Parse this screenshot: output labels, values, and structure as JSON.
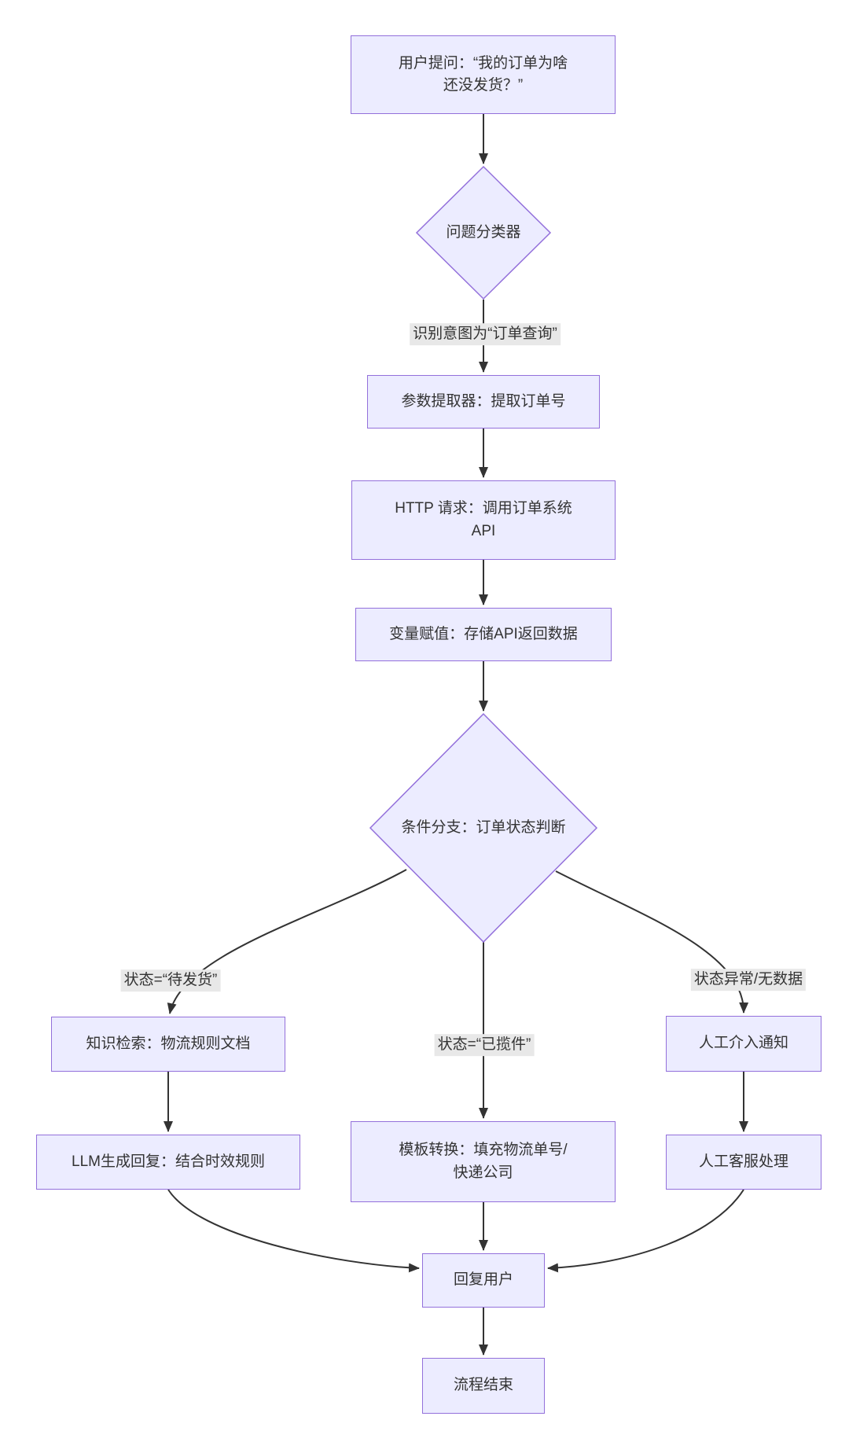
{
  "diagram": {
    "type": "flowchart",
    "direction": "top-down",
    "colors": {
      "node_fill": "#ECECFF",
      "node_border": "#9370DB",
      "edge_stroke": "#333333",
      "edge_label_bg": "#e8e8e8",
      "text": "#333333",
      "background": "#ffffff"
    },
    "nodes": {
      "user_question": {
        "shape": "rect",
        "label": "用户提问：“我的订单为啥\n还没发货？”"
      },
      "classifier": {
        "shape": "diamond",
        "label": "问题分类器"
      },
      "param_extractor": {
        "shape": "rect",
        "label": "参数提取器：提取订单号"
      },
      "http_request": {
        "shape": "rect",
        "label": "HTTP 请求：调用订单系统\nAPI"
      },
      "var_assign": {
        "shape": "rect",
        "label": "变量赋值：存储API返回数据"
      },
      "condition": {
        "shape": "diamond",
        "label": "条件分支：订单状态判断"
      },
      "knowledge": {
        "shape": "rect",
        "label": "知识检索：物流规则文档"
      },
      "llm_reply": {
        "shape": "rect",
        "label": "LLM生成回复：结合时效规则"
      },
      "template": {
        "shape": "rect",
        "label": "模板转换：填充物流单号/\n快递公司"
      },
      "manual_notice": {
        "shape": "rect",
        "label": "人工介入通知"
      },
      "manual_service": {
        "shape": "rect",
        "label": "人工客服处理"
      },
      "reply_user": {
        "shape": "rect",
        "label": "回复用户"
      },
      "flow_end": {
        "shape": "rect",
        "label": "流程结束"
      }
    },
    "edge_labels": {
      "intent": "识别意图为“订单查询”",
      "pending": "状态=“待发货”",
      "picked": "状态=“已揽件”",
      "abnormal": "状态异常/无数据"
    }
  }
}
